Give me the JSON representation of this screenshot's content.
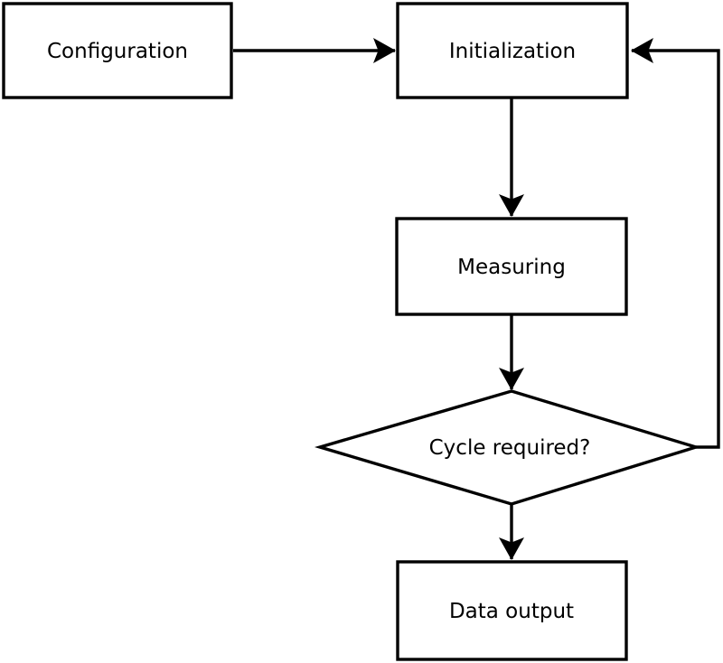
{
  "diagram": {
    "type": "flowchart",
    "background_color": "#ffffff",
    "line_color": "#000000",
    "text_color": "#000000",
    "nodes": [
      {
        "id": "configuration",
        "shape": "rectangle",
        "label": "Configuration"
      },
      {
        "id": "initialization",
        "shape": "rectangle",
        "label": "Initialization"
      },
      {
        "id": "measuring",
        "shape": "rectangle",
        "label": "Measuring"
      },
      {
        "id": "cycle-required",
        "shape": "diamond",
        "label": "Cycle required?"
      },
      {
        "id": "data-output",
        "shape": "rectangle",
        "label": "Data output"
      }
    ],
    "edges": [
      {
        "from": "configuration",
        "to": "initialization",
        "route": "horizontal-right"
      },
      {
        "from": "initialization",
        "to": "measuring",
        "route": "vertical-down"
      },
      {
        "from": "measuring",
        "to": "cycle-required",
        "route": "vertical-down"
      },
      {
        "from": "cycle-required",
        "to": "data-output",
        "route": "vertical-down"
      },
      {
        "from": "cycle-required",
        "to": "initialization",
        "route": "right-side-feedback-loop-up"
      }
    ]
  }
}
